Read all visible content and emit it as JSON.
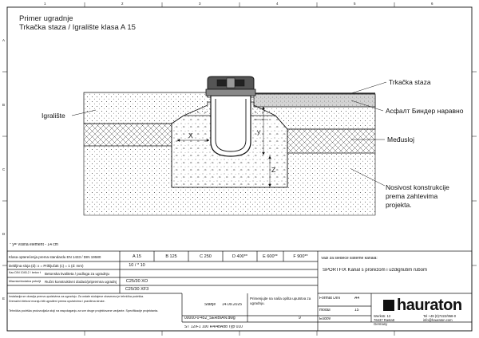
{
  "title": {
    "line1": "Primer ugradnje",
    "line2": "Trkačka staza / Igralište klasa A 15"
  },
  "labels": {
    "track": "Trkačka staza",
    "asphalt": "Асфалт Биндер нарaвно",
    "interlayer": "Međusloj",
    "playground": "Igralište",
    "bearing": [
      "Nosivost konstrukcije",
      "prema zahtevima",
      "projekta."
    ],
    "dim_x": "X",
    "dim_y": "y",
    "dim_z": "Z"
  },
  "footnote": "* y= Visina element - 14 cm",
  "frame_numbers": {
    "top": [
      "1",
      "2",
      "3",
      "4",
      "5",
      "6"
    ],
    "side": [
      "A",
      "B",
      "C",
      "D",
      "E"
    ]
  },
  "table": {
    "r1_label": "Klasa opterećenja prema standardu EN 1433 / DIN 19580",
    "r2_label": "Debljina sloja (d): x = Priključak (c) = 1 (d: mm)",
    "r3a_label": "Kao DIN 1045-2 / beton tek kvalitet",
    "r3b_label": "Betonska kvaliteta / podloga za ugradnju",
    "r4a_label": "Mlaznice/dodatna poboljšanja",
    "r4b_label": "Ručni konstruktivni dodaci/pripremna ugradnja",
    "classes": [
      "A 15",
      "B 125",
      "C 250",
      "D 400**",
      "E 600**",
      "F 900**"
    ],
    "r2_value": "10 / * 10",
    "r3_value": "C25/30 XO",
    "r4_value": "C25/30 XF3"
  },
  "notes": {
    "n1": "Instalacija se obavlja prema uputstvima za ugradnju. Za ostale slučajeve obavezna je tehnička podrška.",
    "n2": "Drenažni žlebovi moraju biti ugrađeni prema uputstvima i pravilima struke.",
    "n3": "Tehnička podrška proizvodjača stoji na raspolaganju za sve druge projektovane varijante. Specifikacije projektanta."
  },
  "product": {
    "heading": "Važi za sledeće sisteme kanala:",
    "name": "SPORTFIX Kanal s prorezom i uzdignutim rubom"
  },
  "meta": {
    "date_label": "Stanje",
    "date": "14.09.2025",
    "approval": "Primenjujte na naša opšta uputstva za ugradnju.",
    "format_label": "Format DIN",
    "format": "A4",
    "module_label": "modul",
    "module": "15",
    "version": "E08ov",
    "file": "00000-0-452_SERBIAN.dwg",
    "sheet_no": "9",
    "footer": "ST 12/F1 100 R4/4bAdd Typ 010"
  },
  "company": {
    "name": "hauraton",
    "address": "Werkstr. 13\n76437 Rastatt\nGermany",
    "contact": "Tel +49 (0)7222/958-0\ninfo@hauraton.com"
  },
  "colors": {
    "line": "#111111",
    "hatch": "#333333",
    "asphalt_fill": "#d9d9d9"
  }
}
